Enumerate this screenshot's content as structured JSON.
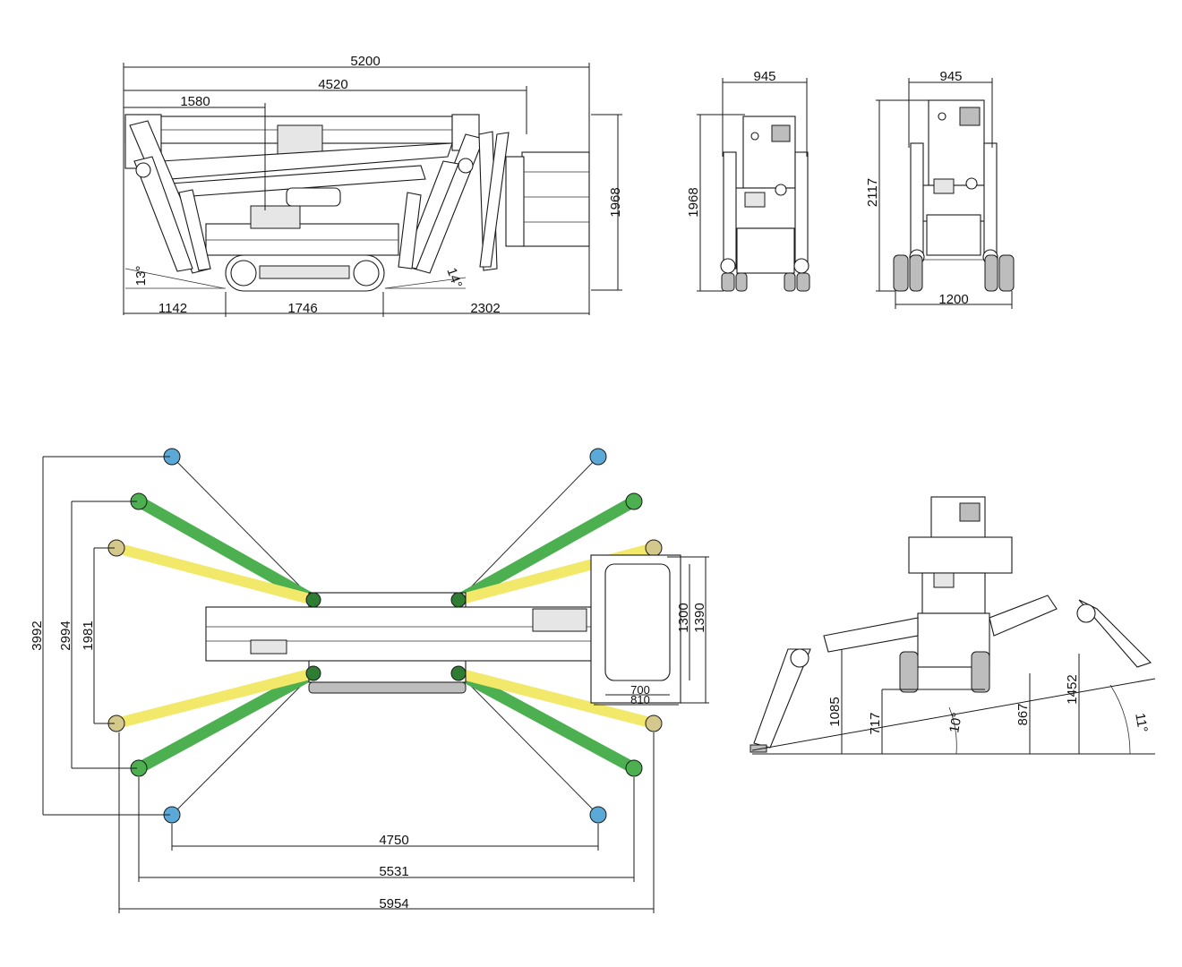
{
  "colors": {
    "blue": "#5aa9d6",
    "green": "#4caf50",
    "yellow": "#f2e86a",
    "foot": "#d4c88c",
    "line": "#1a1a1a"
  },
  "side_view": {
    "dim_5200": "5200",
    "dim_4520": "4520",
    "dim_1580": "1580",
    "dim_1968": "1968",
    "dim_1142": "1142",
    "dim_1746": "1746",
    "dim_2302": "2302",
    "angle_13": "13°",
    "angle_14": "14°"
  },
  "front_view": {
    "dim_945": "945",
    "dim_1968": "1968"
  },
  "rear_view": {
    "dim_945": "945",
    "dim_2117": "2117",
    "dim_1200": "1200"
  },
  "top_view": {
    "dim_3992": "3992",
    "dim_2994": "2994",
    "dim_1981": "1981",
    "dim_1300": "1300",
    "dim_1390": "1390",
    "dim_700": "700",
    "dim_810": "810",
    "dim_4750": "4750",
    "dim_5531": "5531",
    "dim_5954": "5954"
  },
  "slope_view": {
    "dim_1085": "1085",
    "dim_717": "717",
    "angle_10": "10°",
    "dim_867": "867",
    "dim_1452": "1452",
    "angle_11": "11°"
  }
}
